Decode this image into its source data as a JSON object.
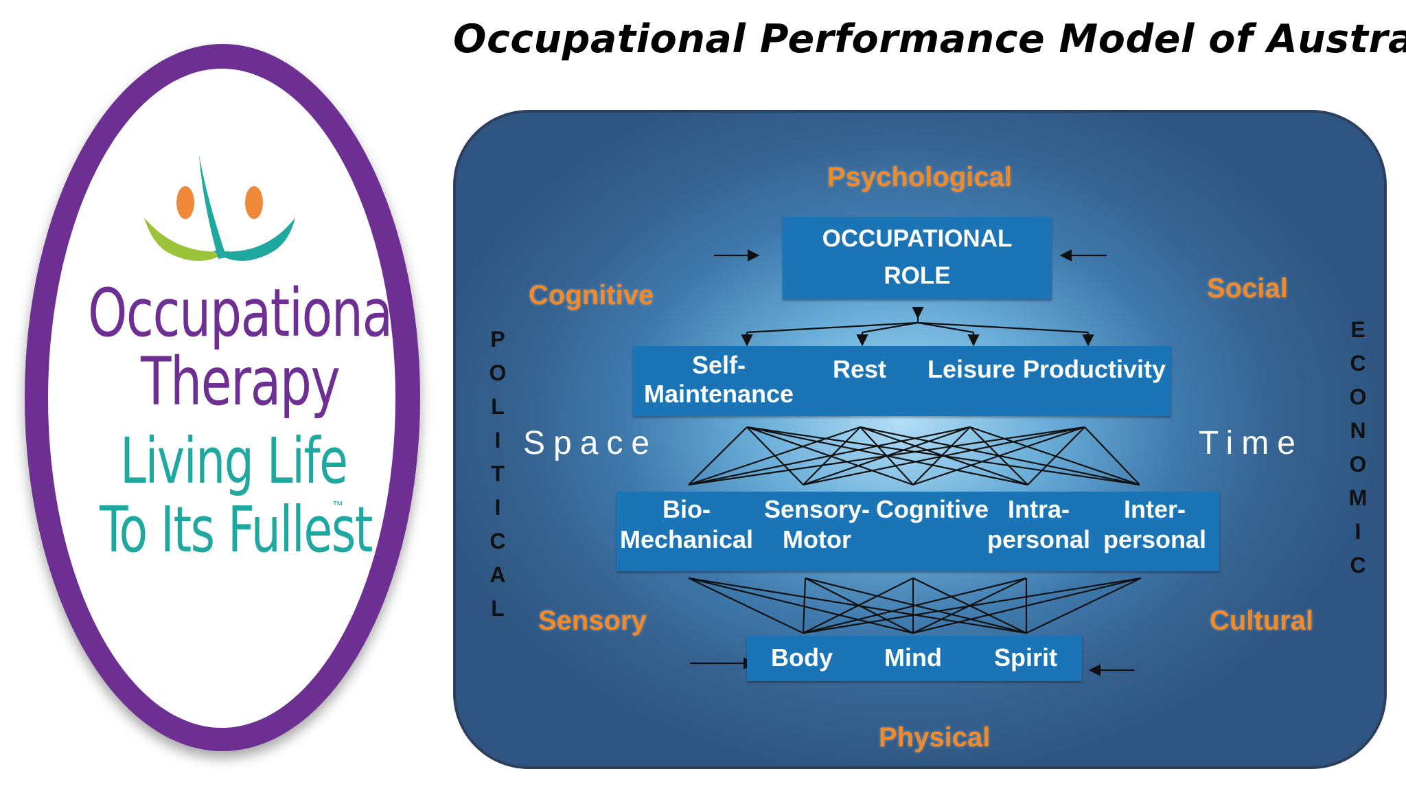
{
  "title": "Occupational Performance Model of Australia",
  "logo": {
    "line1": "Occupational",
    "line2": "Therapy",
    "line3": "Living Life",
    "line4": "To Its Fullest",
    "trademark": "™",
    "colors": {
      "ring": "#6e2f93",
      "teal": "#1fa8a0",
      "green": "#9bc43b",
      "orange": "#f0883a"
    }
  },
  "diagram": {
    "occupational_role": [
      "OCCUPATIONAL",
      "ROLE"
    ],
    "performance_areas": [
      {
        "line1": "Self-",
        "line2": "Maintenance"
      },
      {
        "line1": "Rest",
        "line2": ""
      },
      {
        "line1": "Leisure",
        "line2": ""
      },
      {
        "line1": "Productivity",
        "line2": ""
      }
    ],
    "performance_components": [
      {
        "line1": "Bio-",
        "line2": "Mechanical"
      },
      {
        "line1": "Sensory-",
        "line2": "Motor"
      },
      {
        "line1": "Cognitive",
        "line2": ""
      },
      {
        "line1": "Intra-",
        "line2": "personal"
      },
      {
        "line1": "Inter-",
        "line2": "personal"
      }
    ],
    "core_elements": [
      "Body",
      "Mind",
      "Spirit"
    ],
    "environment_labels": {
      "top": "Psychological",
      "bottom": "Physical",
      "upper_left": "Cognitive",
      "upper_right": "Social",
      "lower_left": "Sensory",
      "lower_right": "Cultural"
    },
    "dimensions": {
      "left": "Space",
      "right": "Time"
    },
    "side_labels": {
      "left": [
        "P",
        "O",
        "L",
        "I",
        "T",
        "I",
        "C",
        "A",
        "L"
      ],
      "right": [
        "E",
        "C",
        "O",
        "N",
        "O",
        "M",
        "I",
        "C"
      ]
    },
    "colors": {
      "panel": "#35618f",
      "box": "#1a74b6",
      "label_orange": "#f08a2a"
    }
  }
}
